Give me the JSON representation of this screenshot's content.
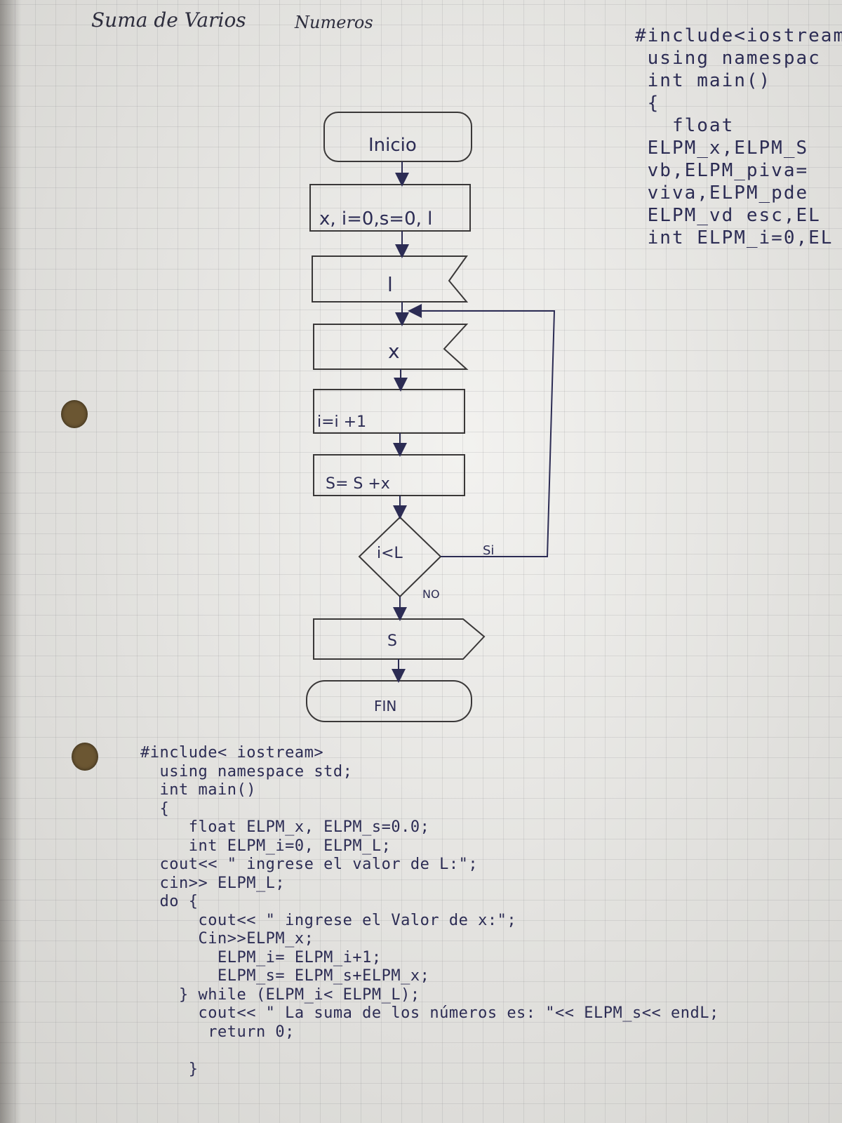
{
  "header": {
    "title_left": "Suma de Varios",
    "title_right": "Numeros"
  },
  "flowchart": {
    "start": "Inicio",
    "init": "x, i=0,s=0, l",
    "input_l": "l",
    "input_x": "x",
    "increment": "i=i +1",
    "accumulate": "S= S +x",
    "decision": "i<L",
    "yes_label": "Si",
    "no_label": "NO",
    "output": "S",
    "end": "FIN"
  },
  "code_main": {
    "lines": [
      "#include< iostream>",
      "  using namespace std;",
      "  int main()",
      "  {",
      "     float ELPM_x, ELPM_s=0.0;",
      "     int ELPM_i=0, ELPM_L;",
      "  cout<< \" ingrese el valor de L:\";",
      "  cin>> ELPM_L;",
      "  do {",
      "      cout<< \" ingrese el Valor de x:\";",
      "      Cin>>ELPM_x;",
      "        ELPM_i= ELPM_i+1;",
      "        ELPM_s= ELPM_s+ELPM_x;",
      "    } while (ELPM_i< ELPM_L);",
      "      cout<< \" La suma de los números es: \"<< ELPM_s<< endL;",
      "       return 0;",
      "",
      "     }"
    ]
  },
  "code_top_right": {
    "lines": [
      "#include<iostream",
      " using namespac",
      " int main()",
      " {",
      "   float",
      " ELPM_x,ELPM_S",
      " vb,ELPM_piva=",
      " viva,ELPM_pde",
      " ELPM_vd esc,EL",
      " int ELPM_i=0,EL"
    ]
  },
  "colors": {
    "ink": "#2c2c54",
    "paper": "#ecebe7",
    "grid": "#9a9aa0"
  }
}
